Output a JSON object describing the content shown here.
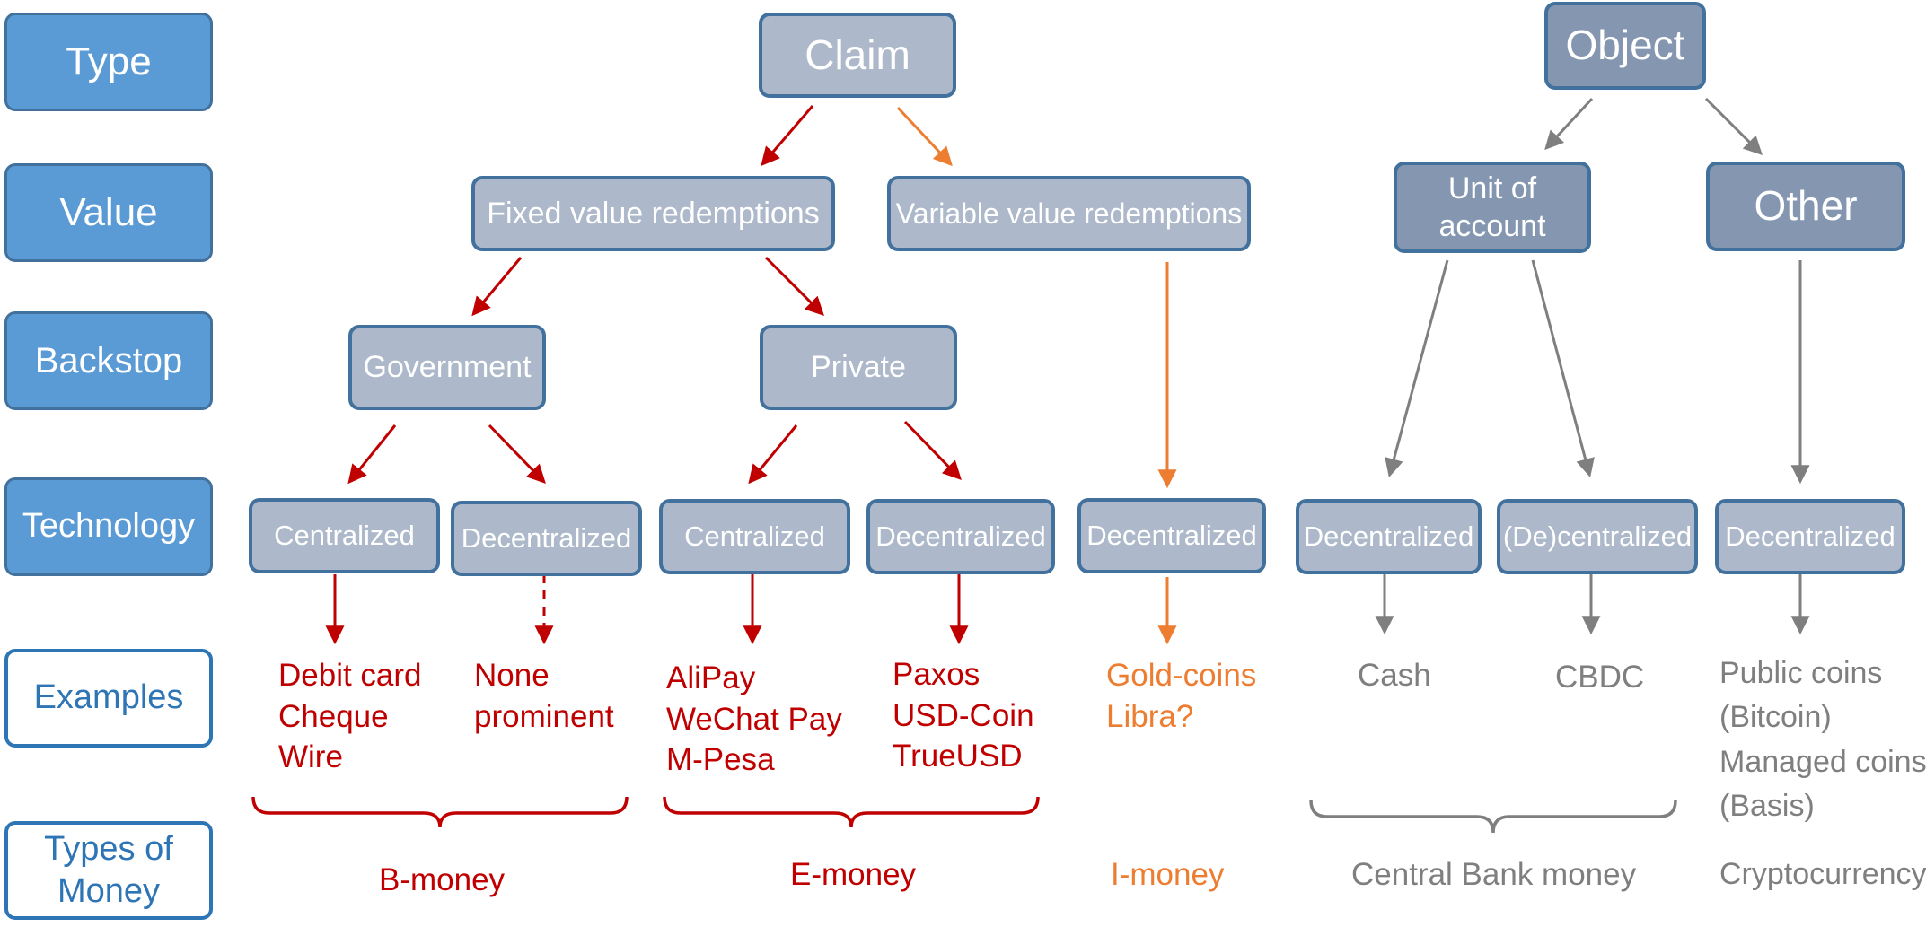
{
  "row_labels": {
    "type": "Type",
    "value": "Value",
    "backstop": "Backstop",
    "technology": "Technology",
    "examples": "Examples",
    "types_of_money_line1": "Types of",
    "types_of_money_line2": "Money"
  },
  "nodes": {
    "claim": "Claim",
    "object": "Object",
    "fixed_value": "Fixed value redemptions",
    "variable_value": "Variable value redemptions",
    "unit_of_account_line1": "Unit of",
    "unit_of_account_line2": "account",
    "other": "Other",
    "government": "Government",
    "private": "Private",
    "tech_gov_central": "Centralized",
    "tech_gov_decentral": "Decentralized",
    "tech_priv_central": "Centralized",
    "tech_priv_decentral": "Decentralized",
    "tech_variable": "Decentralized",
    "tech_cash": "Decentralized",
    "tech_cbdc": "(De)centralized",
    "tech_other": "Decentralized"
  },
  "examples": {
    "gov_central": [
      "Debit card",
      "Cheque",
      "Wire"
    ],
    "gov_decentral": [
      "None",
      "prominent"
    ],
    "priv_central": [
      "AliPay",
      "WeChat Pay",
      "M-Pesa"
    ],
    "priv_decentral": [
      "Paxos",
      "USD-Coin",
      "TrueUSD"
    ],
    "variable": [
      "Gold-coins",
      "Libra?"
    ],
    "cash": [
      "Cash"
    ],
    "cbdc": [
      "CBDC"
    ],
    "other": [
      "Public coins",
      "(Bitcoin)",
      "Managed coins",
      "(Basis)"
    ]
  },
  "money_types": {
    "b_money": "B-money",
    "e_money": "E-money",
    "i_money": "I-money",
    "central_bank_money": "Central Bank money",
    "cryptocurrency": "Cryptocurrency"
  },
  "colors": {
    "row_label_fill": "#5b9bd5",
    "claim_fill": "#adb9ca",
    "object_fill": "#8496b0",
    "border_blue": "#41719c",
    "red": "#c00000",
    "orange": "#ed7d31",
    "gray": "#7f7f7f"
  }
}
